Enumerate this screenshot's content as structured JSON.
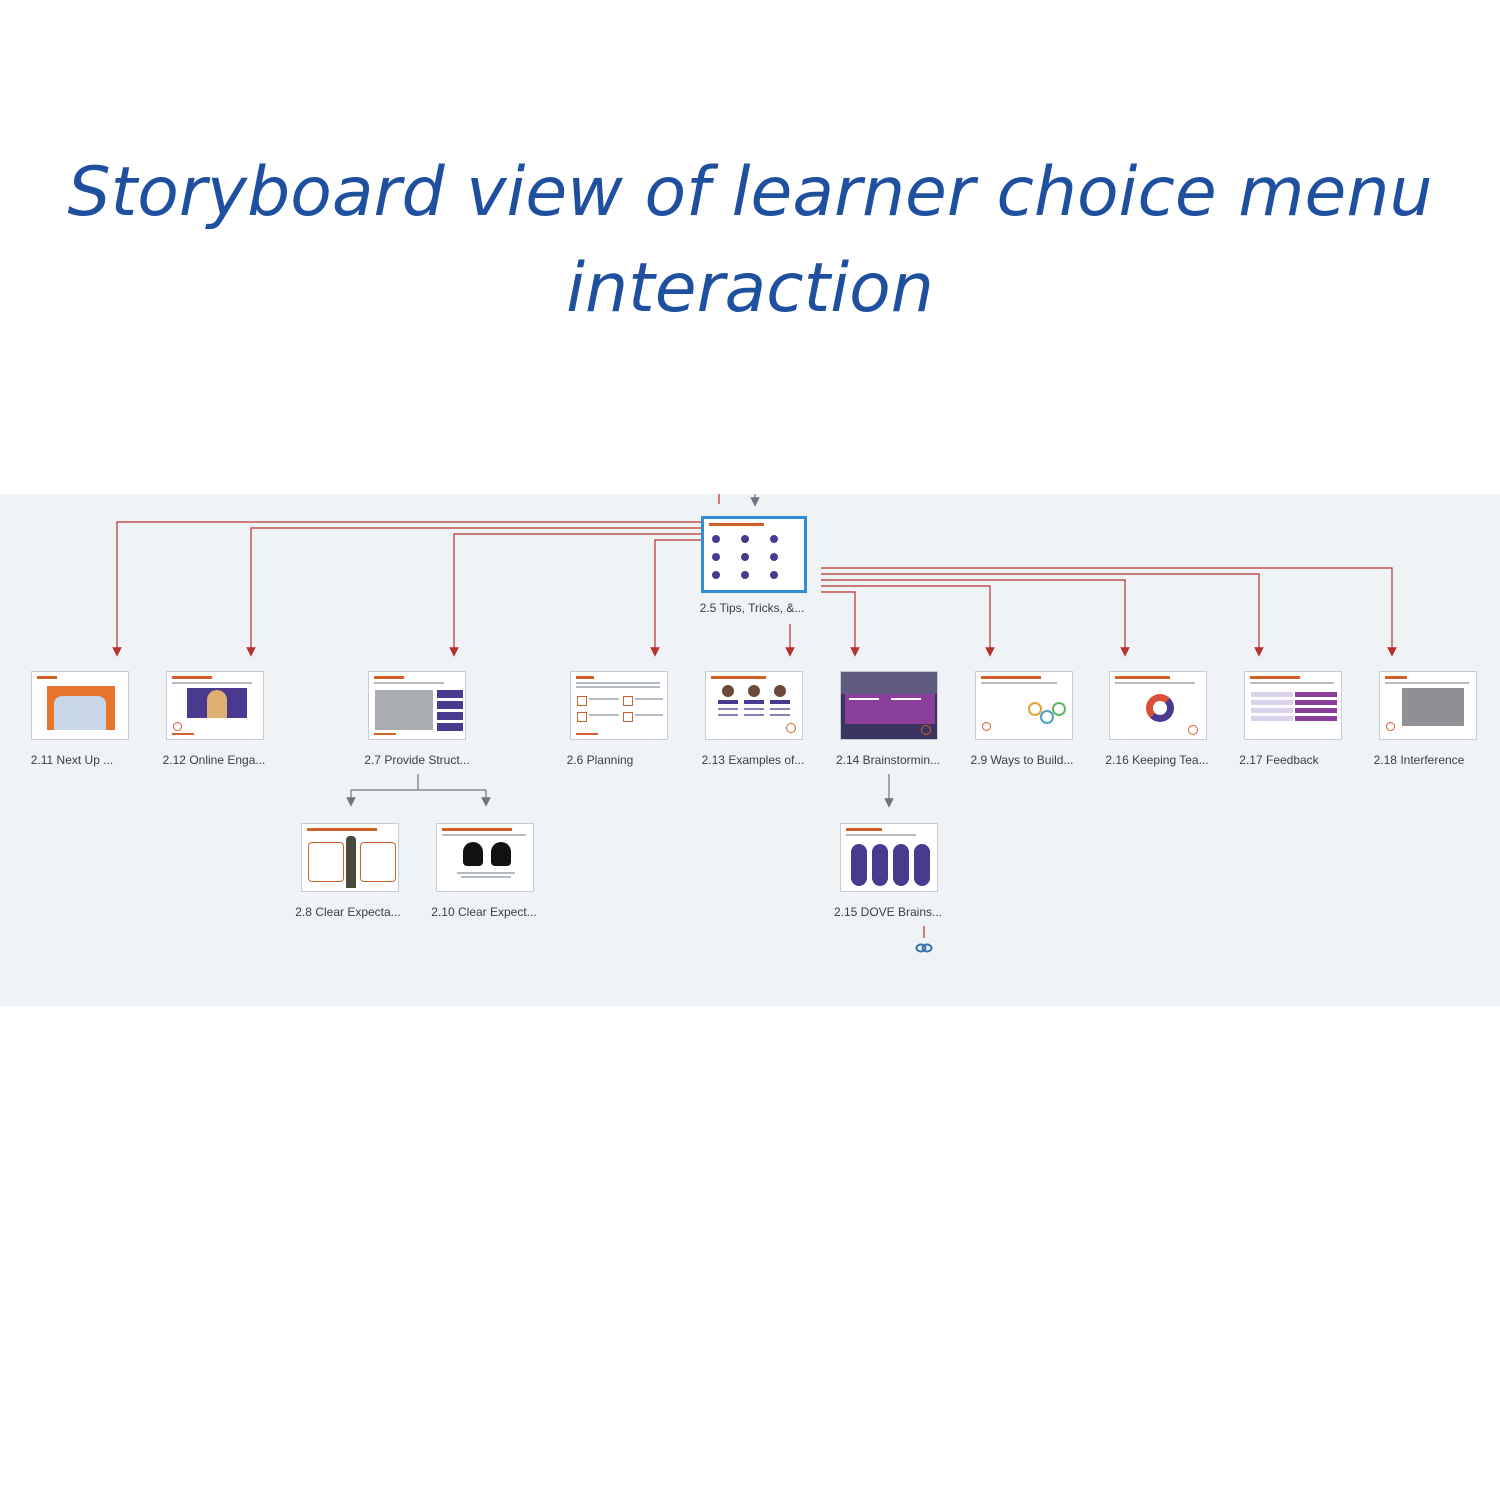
{
  "title": {
    "line1": "Storyboard view of learner choice menu",
    "line2": "interaction"
  },
  "colors": {
    "title": "#1f4f9f",
    "board_background": "#f0f3f6",
    "branch_line": "#b7312c",
    "child_line": "#6b7680",
    "selected_border": "#2e8fd8",
    "slide_accent": "#d1602a",
    "slide_purple": "#4a3a8f"
  },
  "storyboard": {
    "hub": {
      "label": "2.5 Tips, Tricks, &...",
      "selected": true
    },
    "slides": [
      {
        "id": "2.11",
        "label": "2.11 Next Up ..."
      },
      {
        "id": "2.12",
        "label": "2.12 Online Enga..."
      },
      {
        "id": "2.7",
        "label": "2.7 Provide Struct..."
      },
      {
        "id": "2.6",
        "label": "2.6 Planning"
      },
      {
        "id": "2.13",
        "label": "2.13 Examples of..."
      },
      {
        "id": "2.14",
        "label": "2.14 Brainstormin..."
      },
      {
        "id": "2.9",
        "label": "2.9 Ways to Build..."
      },
      {
        "id": "2.16",
        "label": "2.16 Keeping Tea..."
      },
      {
        "id": "2.17",
        "label": "2.17 Feedback"
      },
      {
        "id": "2.18",
        "label": "2.18 Interference"
      }
    ],
    "children_2_7": [
      {
        "id": "2.8",
        "label": "2.8 Clear Expecta..."
      },
      {
        "id": "2.10",
        "label": "2.10 Clear Expect..."
      }
    ],
    "child_2_14": {
      "id": "2.15",
      "label": "2.15 DOVE Brains..."
    },
    "link_icon": "link-chain-icon"
  }
}
